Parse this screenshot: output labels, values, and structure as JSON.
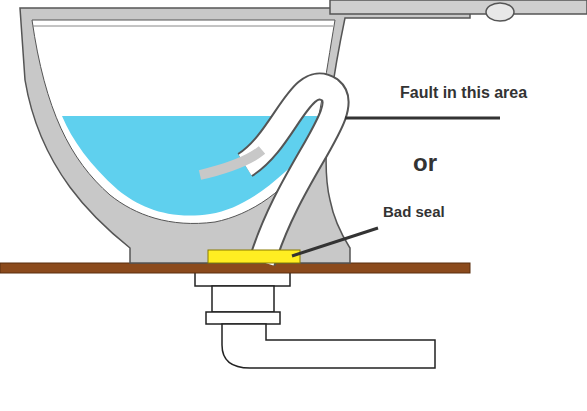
{
  "diagram": {
    "labels": [
      "Fault in this area",
      "or",
      "Bad seal"
    ]
  }
}
